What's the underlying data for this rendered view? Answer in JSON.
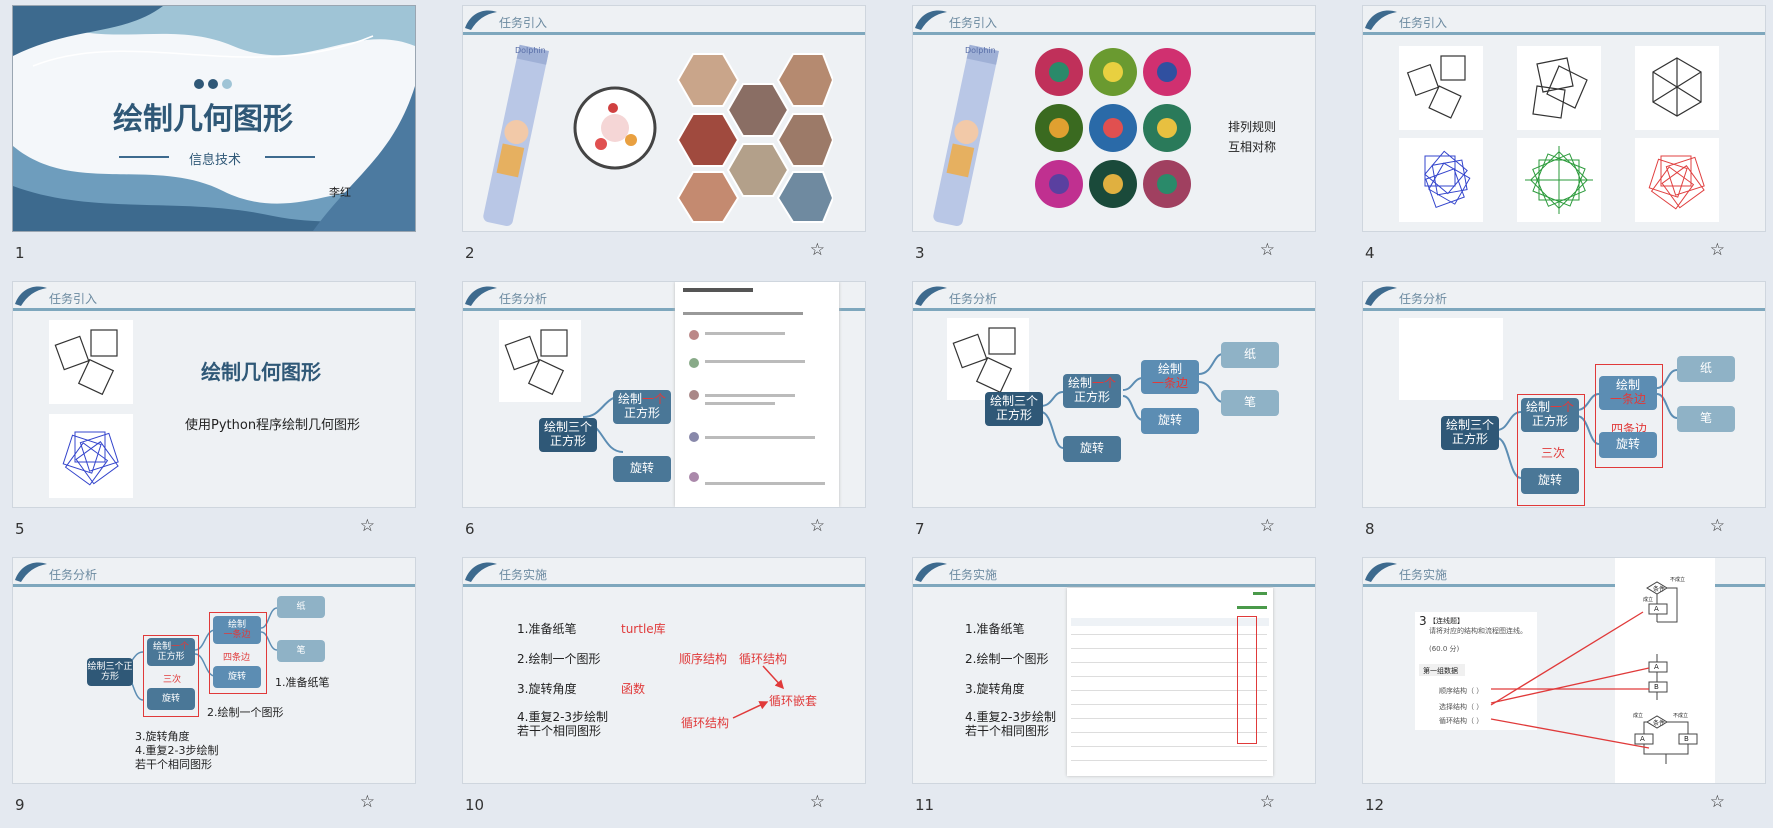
{
  "slides": [
    {
      "num": "1",
      "title": "绘制几何图形",
      "subtitle": "信息技术",
      "author": "李红"
    },
    {
      "num": "2",
      "header": "任务引入",
      "tube_label": "Dolphin"
    },
    {
      "num": "3",
      "header": "任务引入",
      "tube_label": "Dolphin",
      "rule1": "排列规则",
      "rule2": "互相对称"
    },
    {
      "num": "4",
      "header": "任务引入"
    },
    {
      "num": "5",
      "header": "任务引入",
      "title": "绘制几何图形",
      "desc": "使用Python程序绘制几何图形"
    },
    {
      "num": "6",
      "header": "任务分析",
      "root": "绘制三个正方形",
      "child1_a": "绘制",
      "child1_b": "一个",
      "child1_c": "正方形",
      "child2": "旋转"
    },
    {
      "num": "7",
      "header": "任务分析",
      "root": "绘制三个正方形",
      "child1_a": "绘制",
      "child1_b": "一个",
      "child1_c": "正方形",
      "child2": "旋转",
      "sub1_a": "绘制",
      "sub1_b": "一条边",
      "sub2": "旋转",
      "leaf1": "纸",
      "leaf2": "笔"
    },
    {
      "num": "8",
      "header": "任务分析",
      "root": "绘制三个正方形",
      "child1_a": "绘制",
      "child1_b": "一个",
      "child1_c": "正方形",
      "child2": "旋转",
      "sub1_a": "绘制",
      "sub1_b": "一条边",
      "sub2": "旋转",
      "leaf1": "纸",
      "leaf2": "笔",
      "note1": "三次",
      "note2": "四条边"
    },
    {
      "num": "9",
      "header": "任务分析",
      "root": "绘制三个正方形",
      "child1_a": "绘制",
      "child1_b": "一个",
      "child1_c": "正方形",
      "child2": "旋转",
      "sub1_a": "绘制",
      "sub1_b": "一条边",
      "sub2": "旋转",
      "leaf1": "纸",
      "leaf2": "笔",
      "note1": "三次",
      "note2": "四条边",
      "step1": "1.准备纸笔",
      "step2": "2.绘制一个图形",
      "step3": "3.旋转角度",
      "step4a": "4.重复2-3步绘制",
      "step4b": "若干个相同图形"
    },
    {
      "num": "10",
      "header": "任务实施",
      "step1": "1.准备纸笔",
      "step2": "2.绘制一个图形",
      "step3": "3.旋转角度",
      "step4a": "4.重复2-3步绘制",
      "step4b": "若干个相同图形",
      "r1": "turtle库",
      "r2": "顺序结构",
      "r3": "循环结构",
      "r4": "函数",
      "r5": "循环嵌套",
      "r6": "循环结构"
    },
    {
      "num": "11",
      "header": "任务实施",
      "step1": "1.准备纸笔",
      "step2": "2.绘制一个图形",
      "step3": "3.旋转角度",
      "step4a": "4.重复2-3步绘制",
      "step4b": "若干个相同图形"
    },
    {
      "num": "12",
      "header": "任务实施",
      "q_num": "3",
      "q_text": "【连线题】",
      "q_text2": "请将对应的结构和流程图连线。",
      "q_score": "(60.0 分)",
      "q_group": "第一组数据",
      "opt1": "顺序结构（ ）",
      "opt2": "选择结构（ ）",
      "opt3": "循环结构（ ）",
      "fc_a": "A",
      "fc_b": "B",
      "fc_cond": "条件",
      "fc_yes": "成立",
      "fc_no": "不成立"
    }
  ],
  "colors": {
    "accent": "#e03a3a",
    "node_dark": "#2f5877",
    "node_light": "#5c8db3",
    "header": "#7ea7bd"
  }
}
